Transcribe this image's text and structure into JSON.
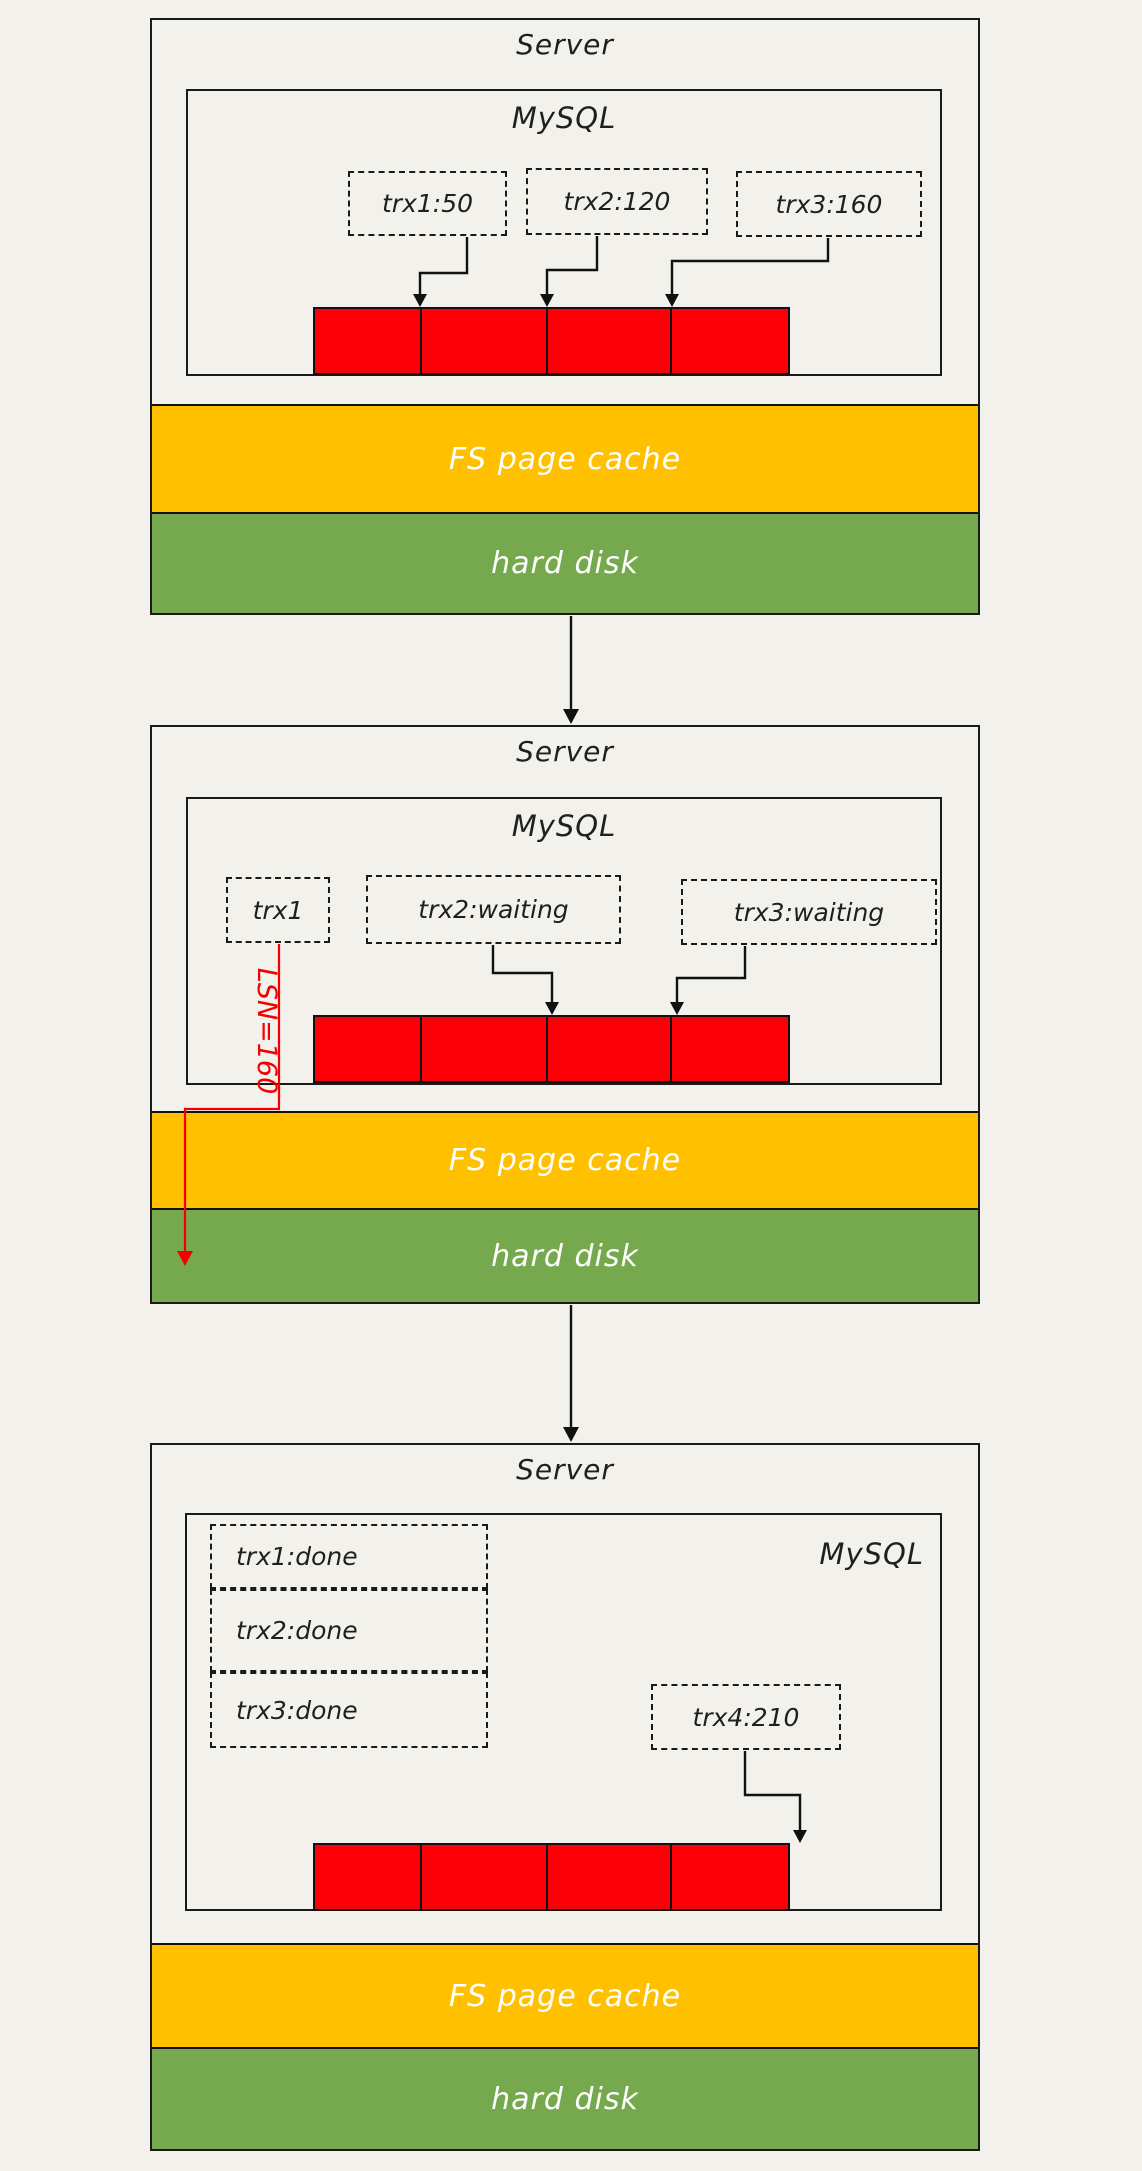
{
  "colors": {
    "background": "#F2F1EB",
    "outline": "#1A1A1A",
    "log_buffer_red": "#FB0007",
    "fs_page_cache_yellow": "#FFC000",
    "hard_disk_green": "#76A94D",
    "annotation_red": "#F40000"
  },
  "panels": [
    {
      "server_label": "Server",
      "mysql_label": "MySQL",
      "transactions": [
        {
          "label": "trx1:50"
        },
        {
          "label": "trx2:120"
        },
        {
          "label": "trx3:160"
        }
      ],
      "log_buffer_segments": 4,
      "cache_label": "FS page cache",
      "disk_label": "hard disk"
    },
    {
      "server_label": "Server",
      "mysql_label": "MySQL",
      "transactions": [
        {
          "label": "trx1"
        },
        {
          "label": "trx2:waiting"
        },
        {
          "label": "trx3:waiting"
        }
      ],
      "annotation": "LSN=160",
      "log_buffer_segments": 4,
      "cache_label": "FS page cache",
      "disk_label": "hard disk"
    },
    {
      "server_label": "Server",
      "mysql_label": "MySQL",
      "done_transactions": [
        "trx1:done",
        "trx2:done",
        "trx3:done"
      ],
      "new_transaction": "trx4:210",
      "log_buffer_segments": 4,
      "cache_label": "FS page cache",
      "disk_label": "hard disk"
    }
  ]
}
